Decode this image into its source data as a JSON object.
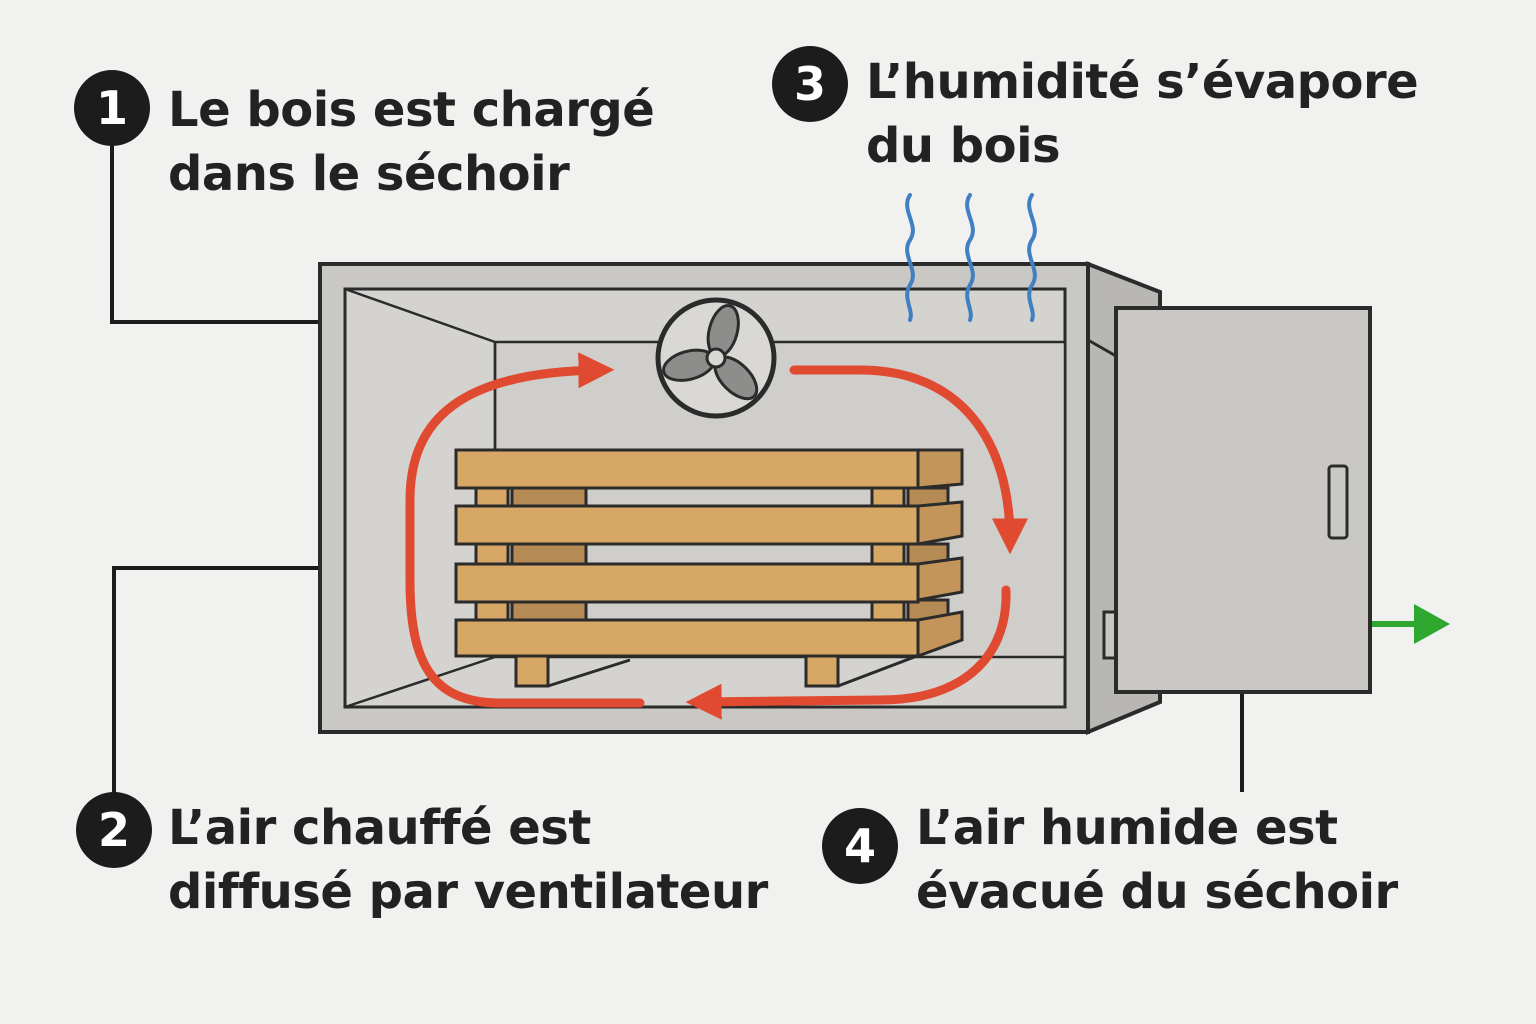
{
  "steps": [
    {
      "number": "1",
      "line1": "Le bois est chargé",
      "line2": "dans le séchoir"
    },
    {
      "number": "2",
      "line1": "L’air chauffé est",
      "line2": "diffusé par ventilateur"
    },
    {
      "number": "3",
      "line1": "L’humidité s’évapore",
      "line2": "du bois"
    },
    {
      "number": "4",
      "line1": "L’air humide est",
      "line2": "évacué du séchoir"
    }
  ],
  "colors": {
    "background": "#f1f1f0",
    "kiln_body": "#c9c8c4",
    "kiln_outline": "#2b2b2b",
    "wood_plank": "#d6a765",
    "wood_dark": "#b58a55",
    "airflow": "#e04a30",
    "moisture": "#3f7fc2",
    "exhaust": "#2ea82e",
    "badge": "#1c1c1c"
  },
  "icons": {
    "fan": "fan-icon",
    "moisture": "moisture-wave-icon",
    "exhaust": "exhaust-arrow-icon"
  }
}
